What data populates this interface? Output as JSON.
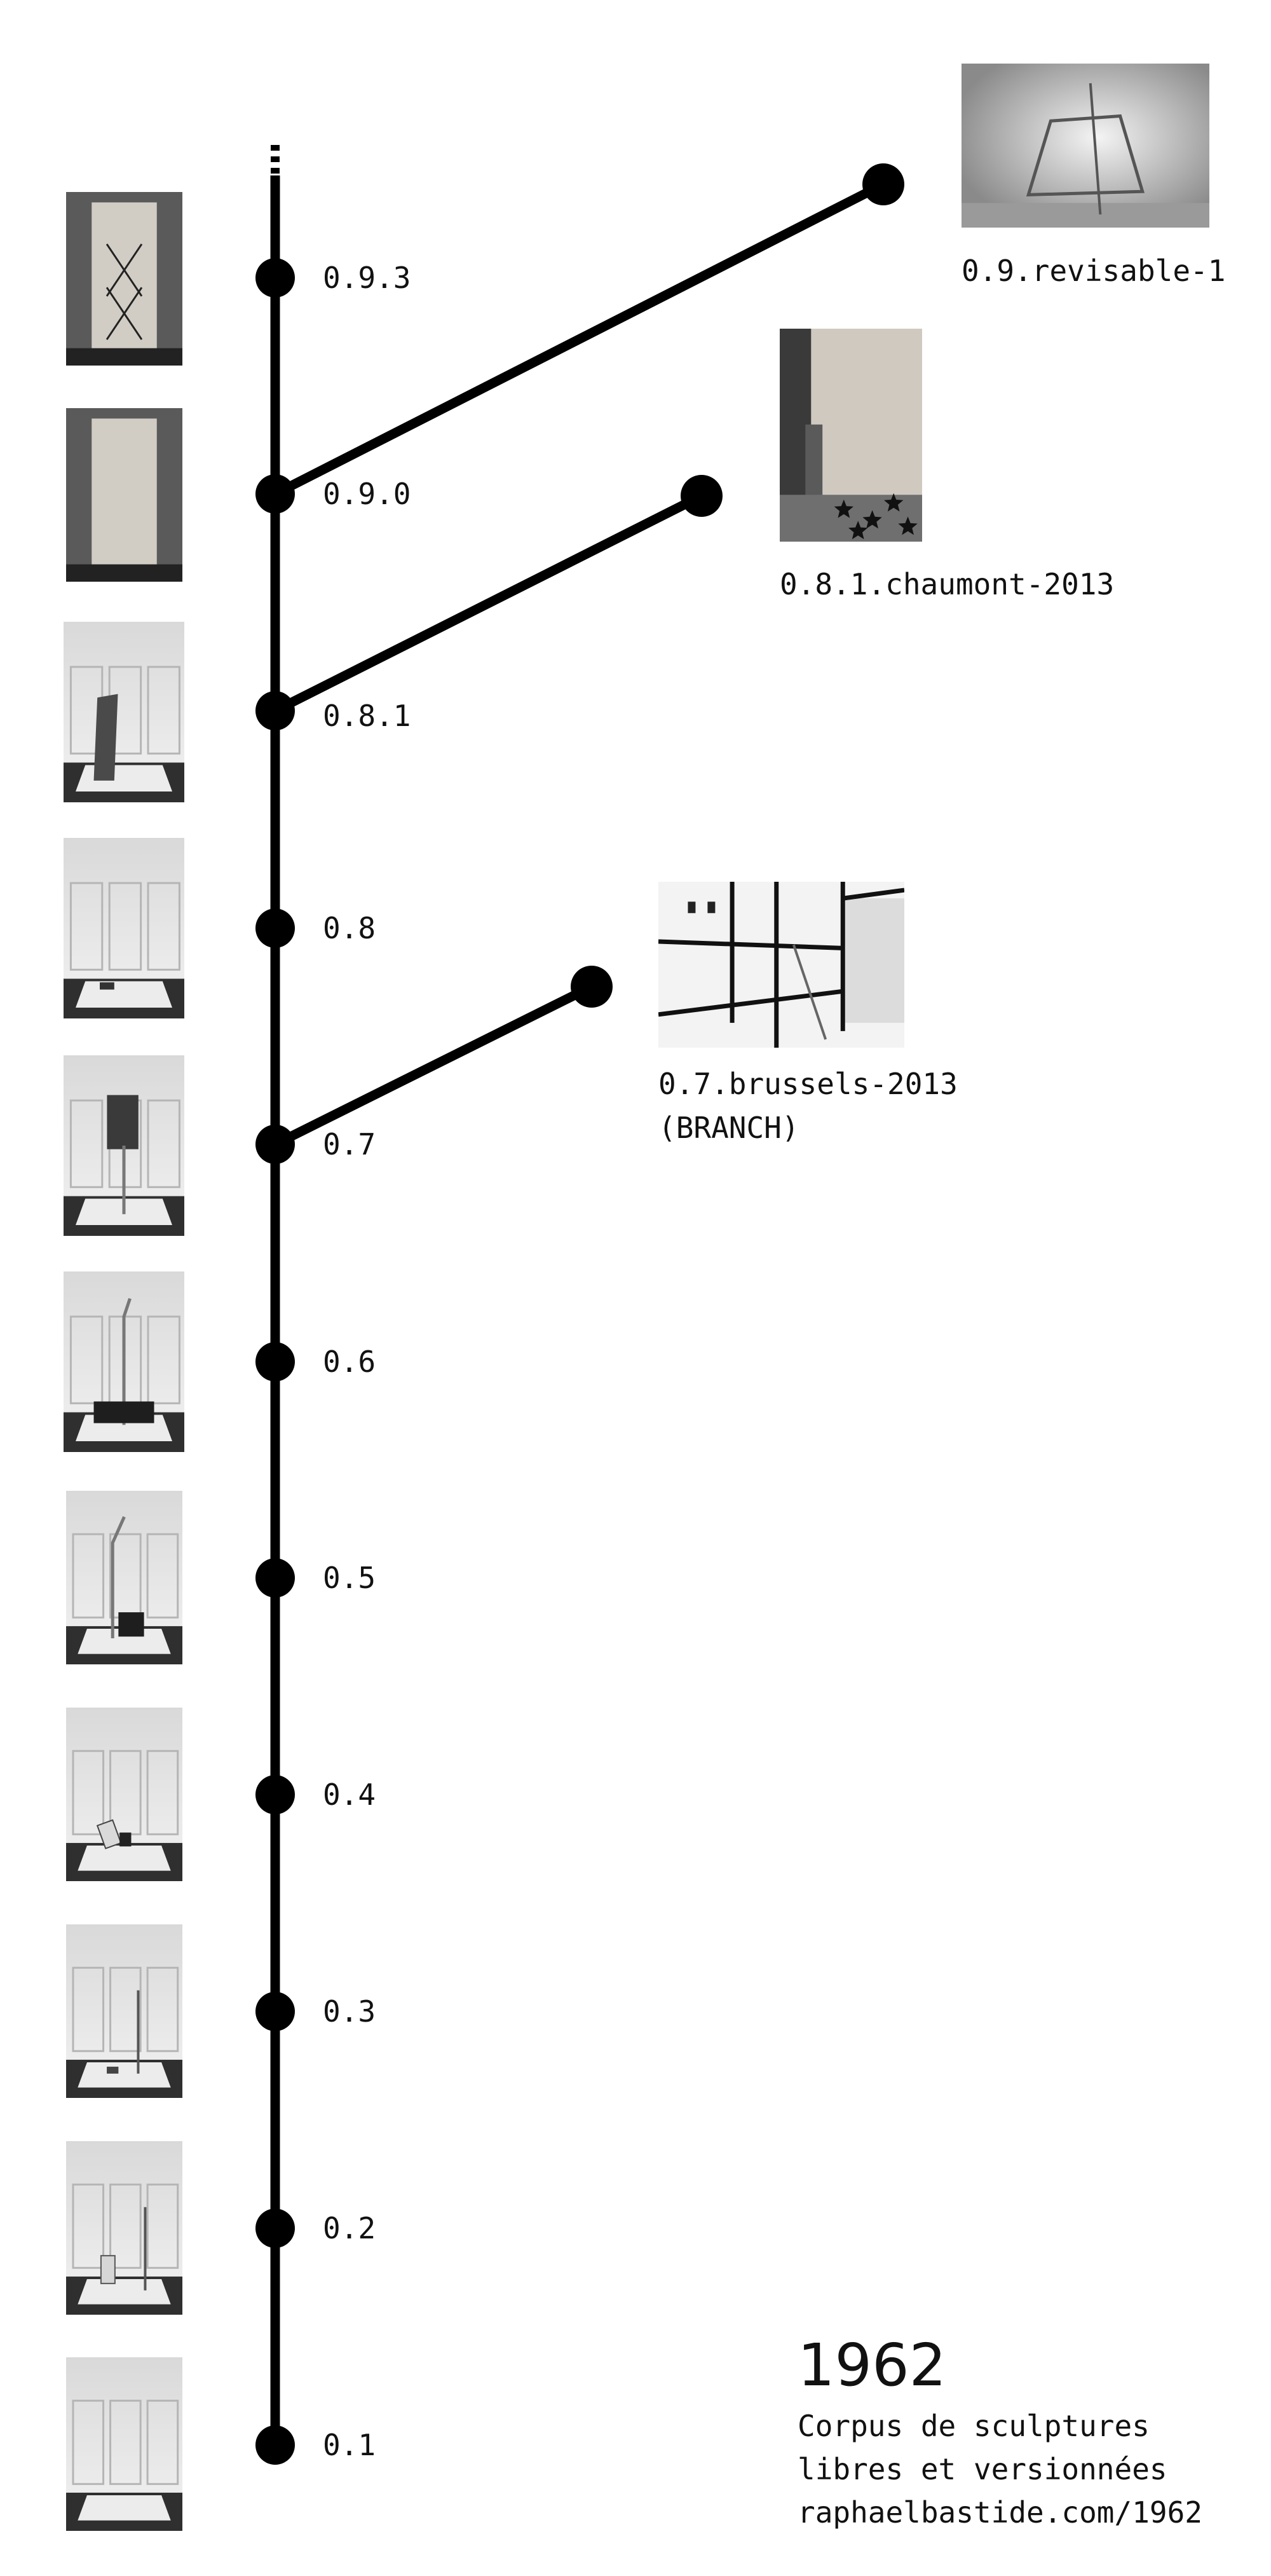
{
  "colors": {
    "line": "#000000",
    "background": "#ffffff",
    "photo_wall": "#e6e6e6",
    "photo_floor": "#333333"
  },
  "versions": [
    {
      "label": "0.9.3",
      "thumb": "totem-crosses"
    },
    {
      "label": "0.9.0",
      "thumb": "totem-plain"
    },
    {
      "label": "0.8.1",
      "thumb": "leaning-panel"
    },
    {
      "label": "0.8",
      "thumb": "floor-mat-small"
    },
    {
      "label": "0.7",
      "thumb": "pole-with-screen"
    },
    {
      "label": "0.6",
      "thumb": "bent-pole-box"
    },
    {
      "label": "0.5",
      "thumb": "bent-pole-bucket"
    },
    {
      "label": "0.4",
      "thumb": "fallen-object"
    },
    {
      "label": "0.3",
      "thumb": "pole-on-mat"
    },
    {
      "label": "0.2",
      "thumb": "pole-and-jar"
    },
    {
      "label": "0.1",
      "thumb": "empty-mat"
    }
  ],
  "branches": [
    {
      "from": "0.9.0",
      "label_lines": [
        "0.9.revisable-1"
      ],
      "thumb": "gallery-frame"
    },
    {
      "from": "0.8.1",
      "label_lines": [
        "0.8.1.chaumont-2013"
      ],
      "thumb": "wood-wall-stars"
    },
    {
      "from": "0.7",
      "label_lines": [
        "0.7.brussels-2013",
        "(BRANCH)"
      ],
      "thumb": "grid-room"
    }
  ],
  "footer": {
    "title": "1962",
    "line1": "Corpus de sculptures",
    "line2": "libres et versionnées",
    "line3": "raphaelbastide.com/1962"
  }
}
